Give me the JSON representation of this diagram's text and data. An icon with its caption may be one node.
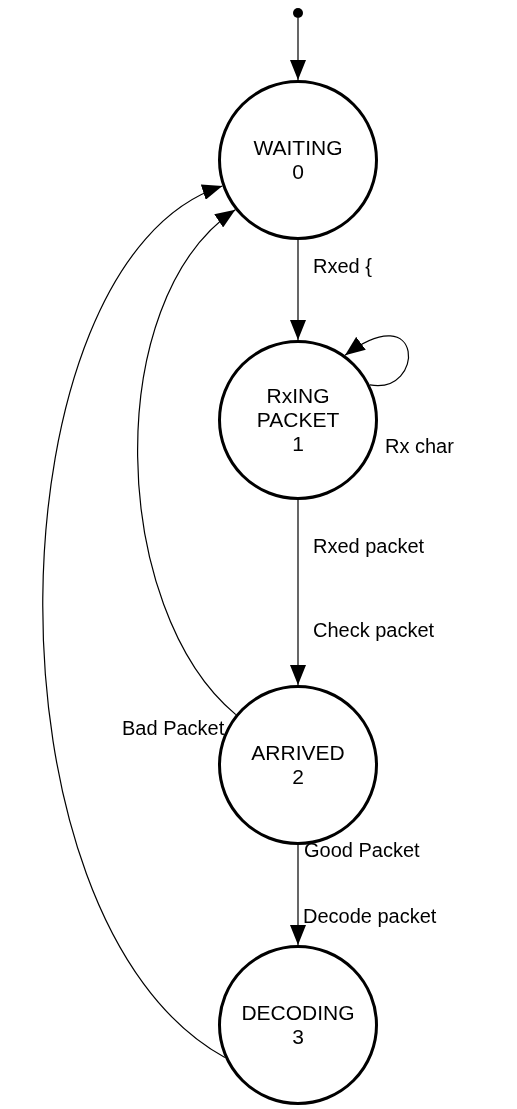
{
  "diagram": {
    "nodes": [
      {
        "text": [],
        "shape": "circle"
      },
      {
        "text": [
          "WAITING",
          "0"
        ]
      },
      {
        "text": [
          "RxING PACKET",
          "1"
        ]
      },
      {
        "text": [
          "ARRIVED",
          "2"
        ]
      },
      {
        "text": [
          "DECODING",
          "3"
        ]
      }
    ],
    "edges": [
      {
        "from": 0,
        "to": 1,
        "arrow": "to"
      },
      {
        "from": 1,
        "to": 2,
        "arrow": "to",
        "label": "Rxed {"
      },
      {
        "from": 2,
        "to": 2,
        "arrow": "to",
        "label": "Rx char"
      },
      {
        "from": 2,
        "to": 3,
        "arrow": "to",
        "label": "Rxed packet"
      },
      {
        "from": 3,
        "to": 4,
        "arrow": "to",
        "label": "Good Packet"
      },
      {
        "from": 3,
        "to": 1,
        "arrow": "to",
        "label": "Bad Packet"
      },
      {
        "from": 4,
        "to": 1,
        "arrow": "to"
      }
    ],
    "labels": [
      "Check packet",
      "Decode packet"
    ]
  }
}
